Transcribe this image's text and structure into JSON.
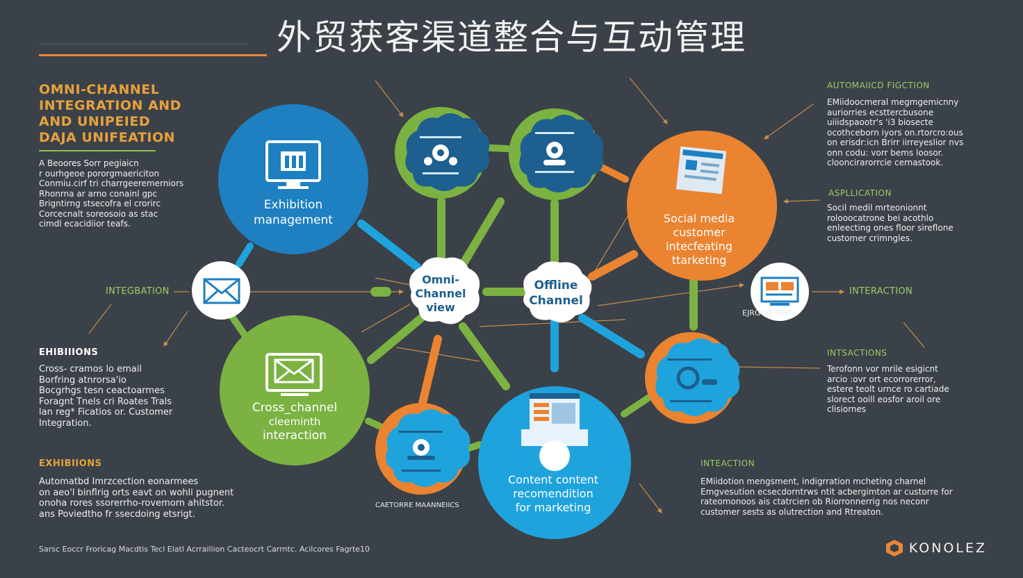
{
  "title": "外贸获客渠道整合与互动管理",
  "left_top": {
    "heading": "OMNI-CHANNEL\nINTEGRATION AND\nAND UNIPEIED\nDAJA UNIFEATION",
    "body": "A  Beoores Sorr pegiaicn\nr ourhgeoe pororgmaericiton\nConmiu.cirf tri charrgeeremerniors\nRhonrna ar arno conainl gpc\nBrigntirng stsecofra el crorirc\nCorcecnalt soreosoio as stac\ncimdl ecacidiior teafs."
  },
  "left_labels": {
    "integration": "INTEGBATION",
    "exhibitions_1": "EHIBIIIONS",
    "exhibitions_1_body": "Cross- cramos lo email\nBorfring atnrorsa'io\nBocgrhgs tesn ceactoarmes\nForagnt Tnels cri Roates Trals\nlan reg* Ficatios or. Customer\nIntegration.",
    "exhibitions_2": "EXHIBIIONS",
    "exhibitions_2_body": "Automatbd Imrzcection eonarmees\non aeo'l binflrig orts eavt on wohli pugnent\nonoha rores ssorerrho-rovemorn ahitstor.\nans Poviedtho fr ssecdoing etsrigt."
  },
  "right_panels": {
    "automated_head": "AUTOMAIICD FIGCTION",
    "automated_body": "EMiidoocmeral megmgemicnny\nauriorries ecsttercbusone\nuiiidspaootr's 'i3 biosecte\nocothceborn iyors on.rtorcro:ous\non erisdr:icn Brirr iirreyeslior nvs\nonn codu: vorr bems loosor.\nclooncirarorrcie cernastook.",
    "application_head": "ASPLLICATION",
    "application_body": "Socil medil mrteonionnt\nrolooocatrone bei acothlo\nenleecting ones floor sireflone\ncustomer crimngles.",
    "interaction_right": "INTERACTION",
    "intsactions_head": "INTSACTIONS",
    "intsactions_body": "Terofonn vor mrile esigicnt\narcio :ovr ort ecorrorerror,\nestere teolt urnce ro cartiade\nslorect ooill eosfor aroil ore\nclisiornes",
    "interaction_head": "INTEACTION",
    "interaction_body": "EMiidotion mengsment, indigrration mcheting charnel\nEmgvesution ecsecdorntrws ntit acbergimton ar custorre for\nrateomonoos ais ctatrcien ob Riorronnerrig nos neconr\ncustomer sests as olutrection and Rtreaton."
  },
  "nodes": {
    "exhibition": "Exhibition\nmanagement",
    "cross_channel": "Cross_channel\ncleeminth\ninteraction",
    "omni": "Omni-\nChannel\nview",
    "offline": "Offline\nChannel",
    "social": "Social media\ncustomer\nintecfeating\nttarketing",
    "content": "Content content\nrecomendition\nfor marketing",
    "customer_label": "CAETORRE MAANNEIICS",
    "small_right_label": "EJRGGO TAVL"
  },
  "footer": {
    "note": "Sarsc Eoccr Froricag Macdtis Tecl Elatl Acrrailiion Cacteocrt Carrntc.  Acilcores Fagrte10",
    "brand": "KONOLEZ"
  },
  "colors": {
    "background": "#3b4148",
    "blue": "#1e7fc1",
    "green": "#7bb242",
    "orange": "#ea8431",
    "sky": "#1fa3dd",
    "accent_orange": "#e6873a"
  }
}
